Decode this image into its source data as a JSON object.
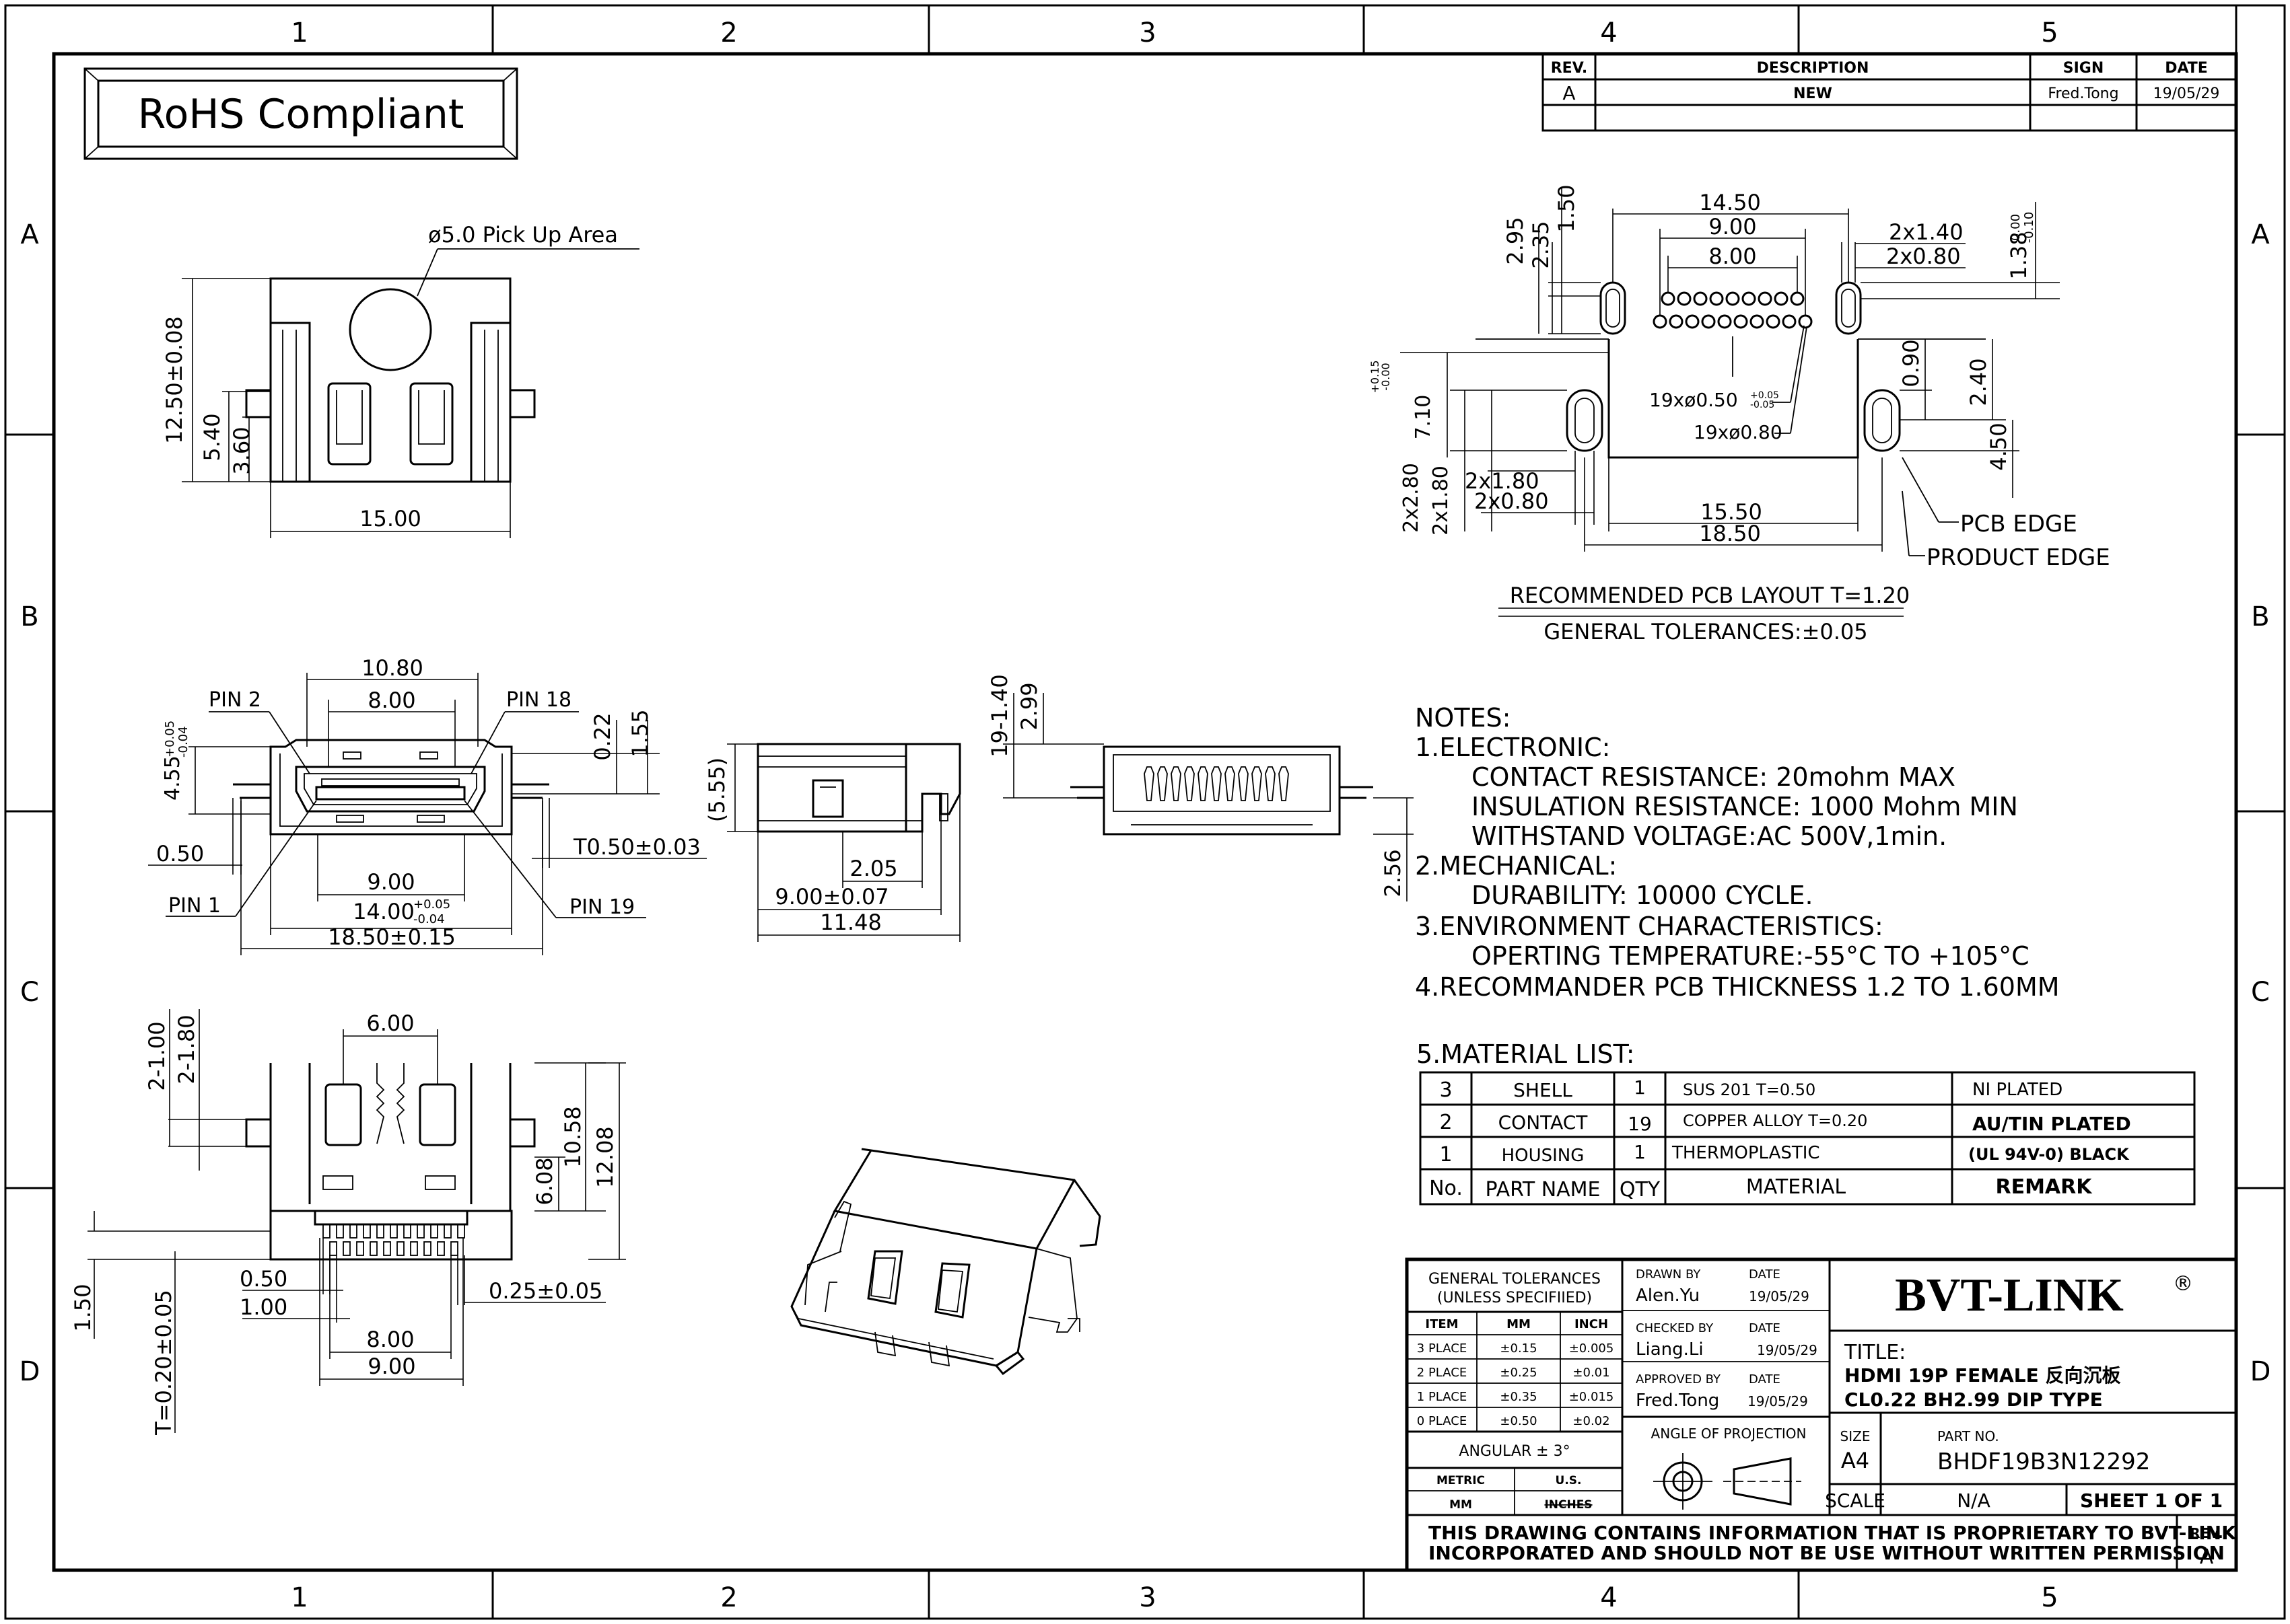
{
  "frame": {
    "columns": [
      "1",
      "2",
      "3",
      "4",
      "5"
    ],
    "rows": [
      "A",
      "B",
      "C",
      "D"
    ]
  },
  "rohs_label": "RoHS Compliant",
  "revision_table": {
    "headers": [
      "REV.",
      "DESCRIPTION",
      "SIGN",
      "DATE"
    ],
    "rows": [
      [
        "A",
        "NEW",
        "Fred.Tong",
        "19/05/29"
      ]
    ]
  },
  "top_view": {
    "pickup_note": "ø5.0 Pick Up Area",
    "dims": {
      "height": "12.50±0.08",
      "d1": "5.40",
      "d2": "3.60",
      "width": "15.00"
    }
  },
  "front_view": {
    "pins": [
      "PIN 2",
      "PIN 18",
      "PIN 1",
      "PIN 19"
    ],
    "dims": {
      "top1": "10.80",
      "top2": "8.00",
      "h1": "4.55",
      "h1_tol_up": "+0.05",
      "h1_tol_dn": "-0.04",
      "v1": "0.22",
      "v2": "1.55",
      "left": "0.50",
      "tab": "T0.50±0.03",
      "b1": "9.00",
      "b2": "14.00",
      "b2_tol_up": "+0.05",
      "b2_tol_dn": "-0.04",
      "b3": "18.50±0.15"
    }
  },
  "side_view": {
    "dims": {
      "h": "(5.55)",
      "d1": "2.05",
      "d2": "9.00±0.07",
      "d3": "11.48"
    }
  },
  "rear_view": {
    "dims": {
      "v1": "19-1.40",
      "v2": "2.99",
      "v3": "2.56"
    }
  },
  "bottom_view": {
    "dims": {
      "top": "6.00",
      "r1": "2-1.00",
      "r2": "2-1.80",
      "h1": "6.08",
      "h2": "10.58",
      "h3": "12.08",
      "p1": "0.50",
      "p2": "1.00",
      "pin_w": "0.25±0.05",
      "w1": "8.00",
      "w2": "9.00",
      "t1": "1.50",
      "t2": "T=0.20±0.05"
    }
  },
  "pcb_layout": {
    "dims": {
      "w1": "14.50",
      "w2": "9.00",
      "w3": "8.00",
      "s1": "2x1.40",
      "s2": "2x0.80",
      "h1": "1.50",
      "h2": "2.95",
      "h3": "2.35",
      "h4": "1.38",
      "h4_tol_up": "0.00",
      "h4_tol_dn": "-0.10",
      "holes1": "19xø0.50",
      "holes1_tol_up": "+0.05",
      "holes1_tol_dn": "-0.05",
      "holes2": "19xø0.80",
      "v1": "0.90",
      "v2": "2.40",
      "v3": "4.50",
      "l1": "7.10",
      "l1_tol_up": "+0.15",
      "l1_tol_dn": "-0.00",
      "sl1": "2x1.80",
      "sl2": "2x0.80",
      "vv1": "2x2.80",
      "vv2": "2x1.80",
      "bw1": "15.50",
      "bw2": "18.50"
    },
    "edge_labels": [
      "PCB EDGE",
      "PRODUCT EDGE"
    ],
    "caption": "RECOMMENDED PCB LAYOUT T=1.20",
    "tolerance": "GENERAL TOLERANCES:±0.05"
  },
  "notes": {
    "title": "NOTES:",
    "lines": [
      "1.ELECTRONIC:",
      "CONTACT RESISTANCE: 20mohm MAX",
      "INSULATION RESISTANCE: 1000 Mohm MIN",
      "WITHSTAND VOLTAGE:AC 500V,1min.",
      "2.MECHANICAL:",
      "DURABILITY: 10000 CYCLE.",
      "3.ENVIRONMENT CHARACTERISTICS:",
      "OPERTING TEMPERATURE:-55°C TO +105°C",
      "4.RECOMMANDER PCB THICKNESS 1.2 TO 1.60MM"
    ]
  },
  "material_list": {
    "title": "5.MATERIAL LIST:",
    "rows": [
      [
        "3",
        "SHELL",
        "1",
        "SUS 201   T=0.50",
        "NI PLATED"
      ],
      [
        "2",
        "CONTACT",
        "19",
        "COPPER ALLOY T=0.20",
        "AU/TIN PLATED"
      ],
      [
        "1",
        "HOUSING",
        "1",
        "THERMOPLASTIC",
        "(UL 94V-0) BLACK"
      ]
    ],
    "headers": [
      "No.",
      "PART NAME",
      "QTY",
      "MATERIAL",
      "REMARK"
    ]
  },
  "title_block": {
    "gen_tol": "GENERAL TOLERANCES",
    "gen_tol2": "(UNLESS SPECIFIIED)",
    "tol_headers": [
      "ITEM",
      "MM",
      "INCH"
    ],
    "tol_rows": [
      [
        "3 PLACE",
        "±0.15",
        "±0.005"
      ],
      [
        "2 PLACE",
        "±0.25",
        "±0.01"
      ],
      [
        "1 PLACE",
        "±0.35",
        "±0.015"
      ],
      [
        "0 PLACE",
        "±0.50",
        "±0.02"
      ]
    ],
    "angular": "ANGULAR ± 3°",
    "metric": "METRIC",
    "us": "U.S.",
    "mm": "MM",
    "inches": "INCHES",
    "drawn_by_label": "DRAWN BY",
    "drawn_by": "Alen.Yu",
    "checked_by_label": "CHECKED BY",
    "checked_by": "Liang.Li",
    "approved_by_label": "APPROVED BY",
    "approved_by": "Fred.Tong",
    "date_label": "DATE",
    "date": "19/05/29",
    "projection": "ANGLE OF PROJECTION",
    "company": "BVT-LINK",
    "reg": "®",
    "title_label": "TITLE:",
    "title_line1": "HDMI 19P FEMALE 反向沉板",
    "title_line2": "CL0.22 BH2.99 DIP TYPE",
    "size_label": "SIZE",
    "size": "A4",
    "part_no_label": "PART NO.",
    "part_no": "BHDF19B3N12292",
    "scale_label": "SCALE",
    "scale": "N/A",
    "sheet": "SHEET 1 OF 1",
    "proprietary_1": "THIS DRAWING CONTAINS INFORMATION THAT IS PROPRIETARY TO BVT-LINK",
    "proprietary_2": "INCORPORATED AND SHOULD NOT BE USE WITHOUT WRITTEN PERMISSION",
    "rev_label": "REV.",
    "rev": "A"
  }
}
